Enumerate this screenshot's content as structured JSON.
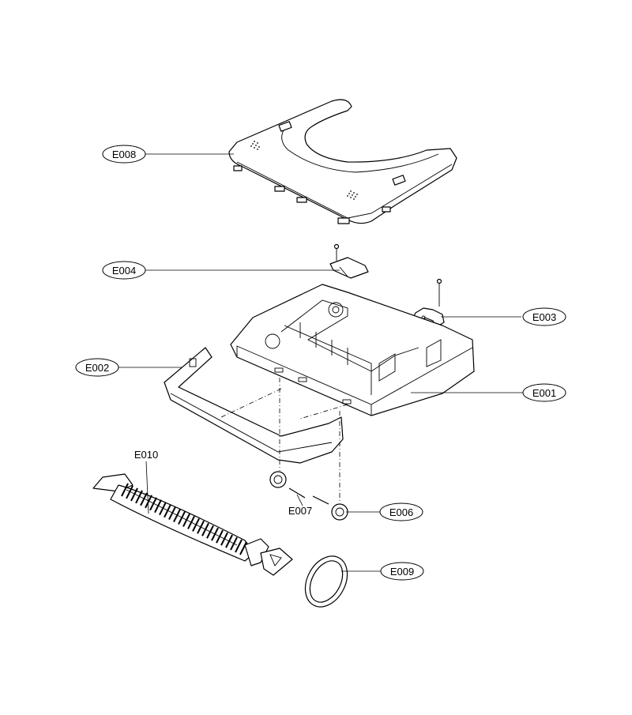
{
  "labels": {
    "E008": "E008",
    "E004": "E004",
    "E003": "E003",
    "E002": "E002",
    "E001": "E001",
    "E010": "E010",
    "E007": "E007",
    "E006": "E006",
    "E009": "E009"
  }
}
